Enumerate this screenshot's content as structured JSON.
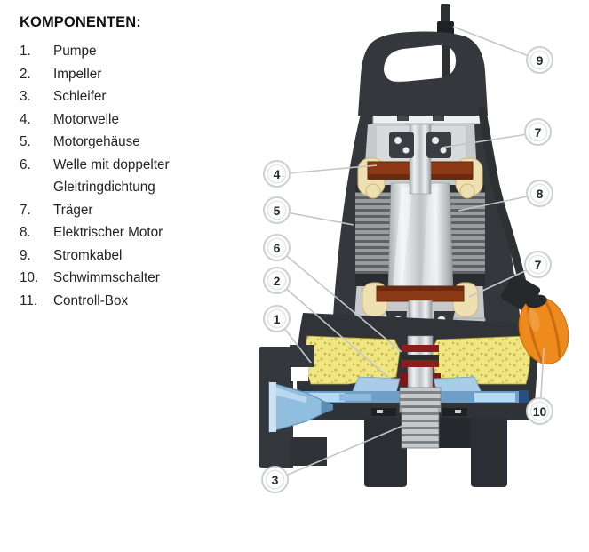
{
  "figure": {
    "components_list": {
      "title": "KOMPONENTEN:",
      "items": [
        {
          "number": "1.",
          "label": "Pumpe"
        },
        {
          "number": "2.",
          "label": "Impeller"
        },
        {
          "number": "3.",
          "label": "Schleifer"
        },
        {
          "number": "4.",
          "label": "Motorwelle"
        },
        {
          "number": "5.",
          "label": "Motorgehäuse"
        },
        {
          "number": "6.",
          "label": "Welle mit doppelter\nGleitringdichtung"
        },
        {
          "number": "7.",
          "label": "Träger"
        },
        {
          "number": "8.",
          "label": "Elektrischer Motor"
        },
        {
          "number": "9.",
          "label": "Stromkabel"
        },
        {
          "number": "10.",
          "label": "Schwimmschalter"
        },
        {
          "number": "11.",
          "label": "Controll-Box"
        }
      ]
    },
    "diagram": {
      "callouts": [
        {
          "number": "9"
        },
        {
          "number": "7"
        },
        {
          "number": "4"
        },
        {
          "number": "8"
        },
        {
          "number": "5"
        },
        {
          "number": "6"
        },
        {
          "number": "7"
        },
        {
          "number": "2"
        },
        {
          "number": "1"
        },
        {
          "number": "10"
        },
        {
          "number": "3"
        }
      ],
      "colors": {
        "pump_body": "#34383c",
        "motor_winding_copper": "#8c3a16",
        "winding_end_cream": "#efe0b2",
        "oil_chamber_yellow": "#f0e583",
        "seal_red": "#8c1d1d",
        "hydraulic_blue": "#a9cde9",
        "float_orange": "#ef8b1e",
        "callout_ring": "#cdd0d2",
        "leader_line": "#c3c6c8"
      }
    }
  }
}
